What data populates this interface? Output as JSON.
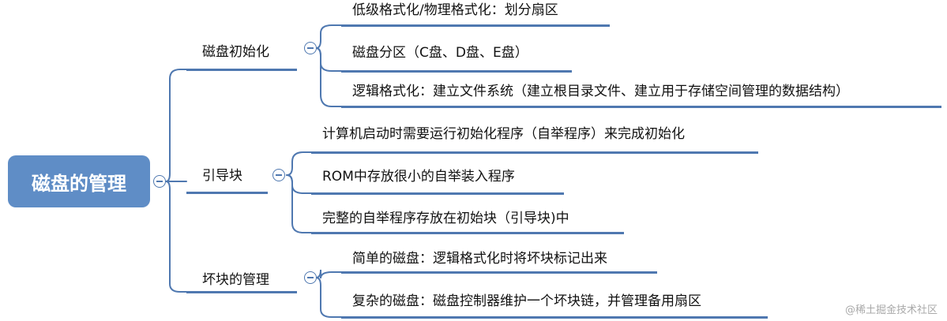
{
  "root": {
    "label": "磁盘的管理"
  },
  "branches": [
    {
      "label": "磁盘初始化",
      "children": [
        {
          "label": "低级格式化/物理格式化：划分扇区"
        },
        {
          "label": "磁盘分区（C盘、D盘、E盘）"
        },
        {
          "label": "逻辑格式化：建立文件系统（建立根目录文件、建立用于存储空间管理的数据结构）"
        }
      ]
    },
    {
      "label": "引导块",
      "children": [
        {
          "label": "计算机启动时需要运行初始化程序（自举程序）来完成初始化"
        },
        {
          "label": "ROM中存放很小的自举装入程序"
        },
        {
          "label": "完整的自举程序存放在初始块（引导块)中"
        }
      ]
    },
    {
      "label": "坏块的管理",
      "children": [
        {
          "label": "简单的磁盘：逻辑格式化时将坏块标记出来"
        },
        {
          "label": "复杂的磁盘：磁盘控制器维护一个坏块链，并管理备用扇区"
        }
      ]
    }
  ],
  "watermark": "@稀土掘金技术社区",
  "colors": {
    "accent": "#4f78b0",
    "root_fill": "#5f8dc6"
  }
}
